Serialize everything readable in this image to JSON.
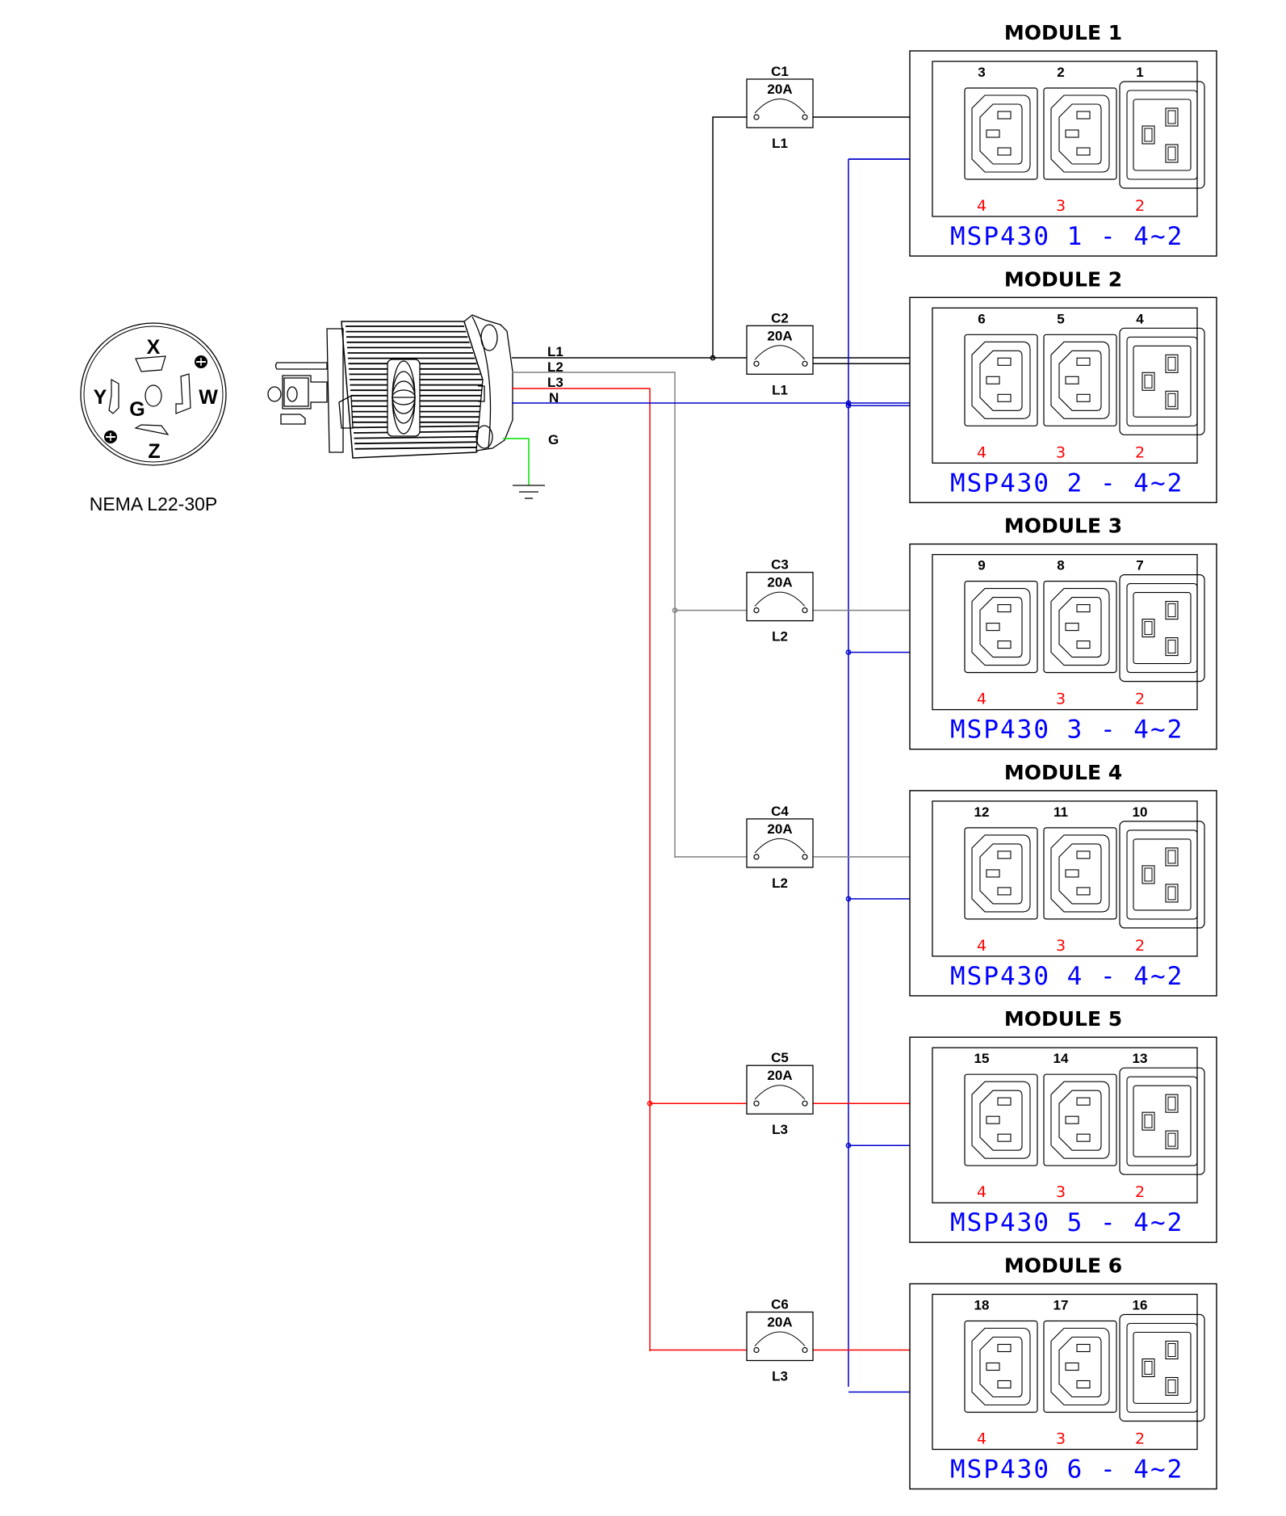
{
  "plug": {
    "title": "NEMA L22-30P",
    "pins": [
      "X",
      "Y",
      "Z",
      "W",
      "G"
    ],
    "wire_labels": [
      "L1",
      "L2",
      "L3",
      "N",
      "G"
    ]
  },
  "colors": {
    "L1": "#000000",
    "L2": "#808080",
    "L3": "#ff0000",
    "N": "#0000cc",
    "G": "#00dd00",
    "outlet_number": "#ff0000",
    "module_label": "#0000ff"
  },
  "breakers": [
    {
      "id": "C1",
      "rating": "20A",
      "phase": "L1"
    },
    {
      "id": "C2",
      "rating": "20A",
      "phase": "L1"
    },
    {
      "id": "C3",
      "rating": "20A",
      "phase": "L2"
    },
    {
      "id": "C4",
      "rating": "20A",
      "phase": "L2"
    },
    {
      "id": "C5",
      "rating": "20A",
      "phase": "L3"
    },
    {
      "id": "C6",
      "rating": "20A",
      "phase": "L3"
    }
  ],
  "modules": [
    {
      "title": "MODULE 1",
      "outlets": [
        "3",
        "2",
        "1"
      ],
      "channels": [
        "4",
        "3",
        "2"
      ],
      "label": "MSP430 1 - 4~2"
    },
    {
      "title": "MODULE 2",
      "outlets": [
        "6",
        "5",
        "4"
      ],
      "channels": [
        "4",
        "3",
        "2"
      ],
      "label": "MSP430 2 - 4~2"
    },
    {
      "title": "MODULE 3",
      "outlets": [
        "9",
        "8",
        "7"
      ],
      "channels": [
        "4",
        "3",
        "2"
      ],
      "label": "MSP430 3 - 4~2"
    },
    {
      "title": "MODULE 4",
      "outlets": [
        "12",
        "11",
        "10"
      ],
      "channels": [
        "4",
        "3",
        "2"
      ],
      "label": "MSP430 4 - 4~2"
    },
    {
      "title": "MODULE 5",
      "outlets": [
        "15",
        "14",
        "13"
      ],
      "channels": [
        "4",
        "3",
        "2"
      ],
      "label": "MSP430 5 - 4~2"
    },
    {
      "title": "MODULE 6",
      "outlets": [
        "18",
        "17",
        "16"
      ],
      "channels": [
        "4",
        "3",
        "2"
      ],
      "label": "MSP430 6 - 4~2"
    }
  ]
}
